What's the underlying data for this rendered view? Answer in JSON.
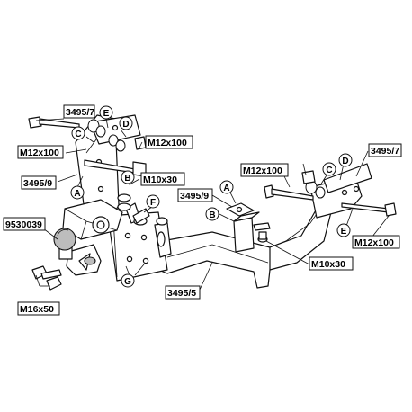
{
  "labels": {
    "p3495_7_left": "3495/7",
    "p3495_7_right": "3495/7",
    "m12_left_a": "M12x100",
    "m12_left_b": "M12x100",
    "m12_right_a": "M12x100",
    "m12_right_b": "M12x100",
    "m10_left": "M10x30",
    "m10_right": "M10x30",
    "p3495_9_left": "3495/9",
    "p3495_9_right": "3495/9",
    "p9530039": "9530039",
    "m16x50": "M16x50",
    "p3495_5": "3495/5"
  },
  "callouts": {
    "A": "A",
    "B": "B",
    "C": "C",
    "D": "D",
    "E": "E",
    "F": "F",
    "G": "G"
  }
}
